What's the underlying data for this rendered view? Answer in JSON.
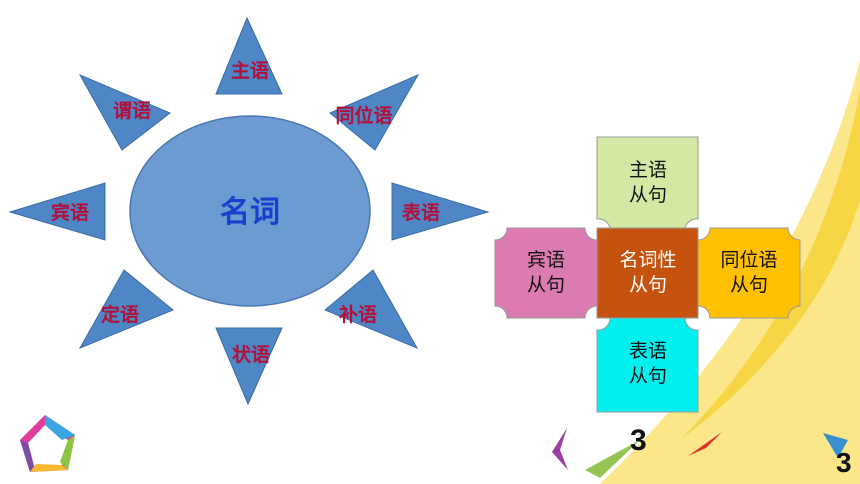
{
  "sun": {
    "center_label": "名词",
    "rays": [
      "主语",
      "同位语",
      "表语",
      "补语",
      "状语",
      "定语",
      "宾语",
      "谓语"
    ]
  },
  "clause_cross": {
    "center": [
      "名词性",
      "从句"
    ],
    "top": [
      "主语",
      "从句"
    ],
    "left": [
      "宾语",
      "从句"
    ],
    "right": [
      "同位语",
      "从句"
    ],
    "bottom": [
      "表语",
      "从句"
    ]
  },
  "page_numbers": [
    "3",
    "3"
  ],
  "colors": {
    "triangle": "#4f86c6",
    "circle": "#6c9bd2",
    "ray_text": "#b0103a",
    "center_text": "#1a3fd0",
    "cross_top": "#d3e9a3",
    "cross_left": "#dc7bb2",
    "cross_center": "#c5530f",
    "cross_right": "#ffc000",
    "cross_bottom": "#00f0f0",
    "swoosh": "#fbe560"
  }
}
